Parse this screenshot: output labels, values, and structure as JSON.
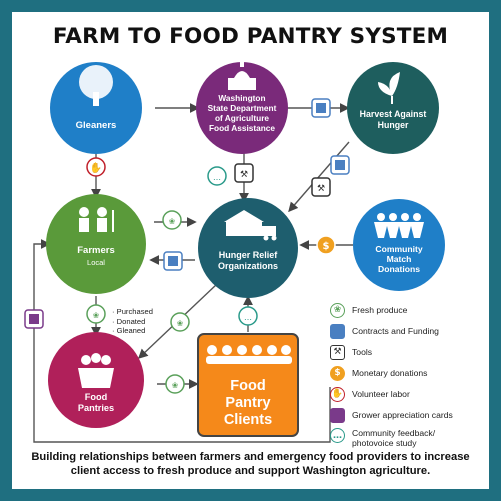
{
  "title": "FARM TO FOOD PANTRY SYSTEM",
  "nodes": {
    "gleaners": "Gleaners",
    "wsda_line1": "Washington",
    "wsda_line2": "State Department",
    "wsda_line3": "of Agriculture",
    "wsda_line4": "Food Assistance",
    "harvest_line1": "Harvest Against",
    "harvest_line2": "Hunger",
    "farmers": "Farmers",
    "farmers_sub": "Local",
    "hunger_line1": "Hunger Relief",
    "hunger_line2": "Organizations",
    "community_line1": "Community",
    "community_line2": "Match",
    "community_line3": "Donations",
    "pantries_line1": "Food",
    "pantries_line2": "Pantries",
    "clients_line1": "Food",
    "clients_line2": "Pantry",
    "clients_line3": "Clients"
  },
  "flow_note": {
    "line1": "· Purchased",
    "line2": "· Donated",
    "line3": "· Gleaned"
  },
  "legend": [
    {
      "label": "Fresh produce",
      "icon": "produce-icon",
      "color": "#5aa05a"
    },
    {
      "label": "Contracts and Funding",
      "icon": "contract-icon",
      "color": "#4a7fc1"
    },
    {
      "label": "Tools",
      "icon": "tools-icon",
      "color": "#333333"
    },
    {
      "label": "Monetary donations",
      "icon": "dollar-icon",
      "color": "#f0a020"
    },
    {
      "label": "Volunteer labor",
      "icon": "hand-icon",
      "color": "#c0202a"
    },
    {
      "label": "Grower appreciation cards",
      "icon": "card-icon",
      "color": "#7a3a8a"
    },
    {
      "label": "Community feedback/ photovoice study",
      "icon": "feedback-icon",
      "color": "#2a9a8a"
    }
  ],
  "caption": "Building relationships between farmers and emergency food providers to increase client access to fresh produce and support Washington agriculture.",
  "colors": {
    "gleaners": "#1f7fc8",
    "wsda": "#7a2a7a",
    "harvest": "#1e5e5e",
    "farmers": "#5a9a3a",
    "hunger": "#1e5e6e",
    "community": "#1f7fc8",
    "pantries": "#b0205a",
    "clients": "#f5891a",
    "border": "#1f6f80"
  }
}
